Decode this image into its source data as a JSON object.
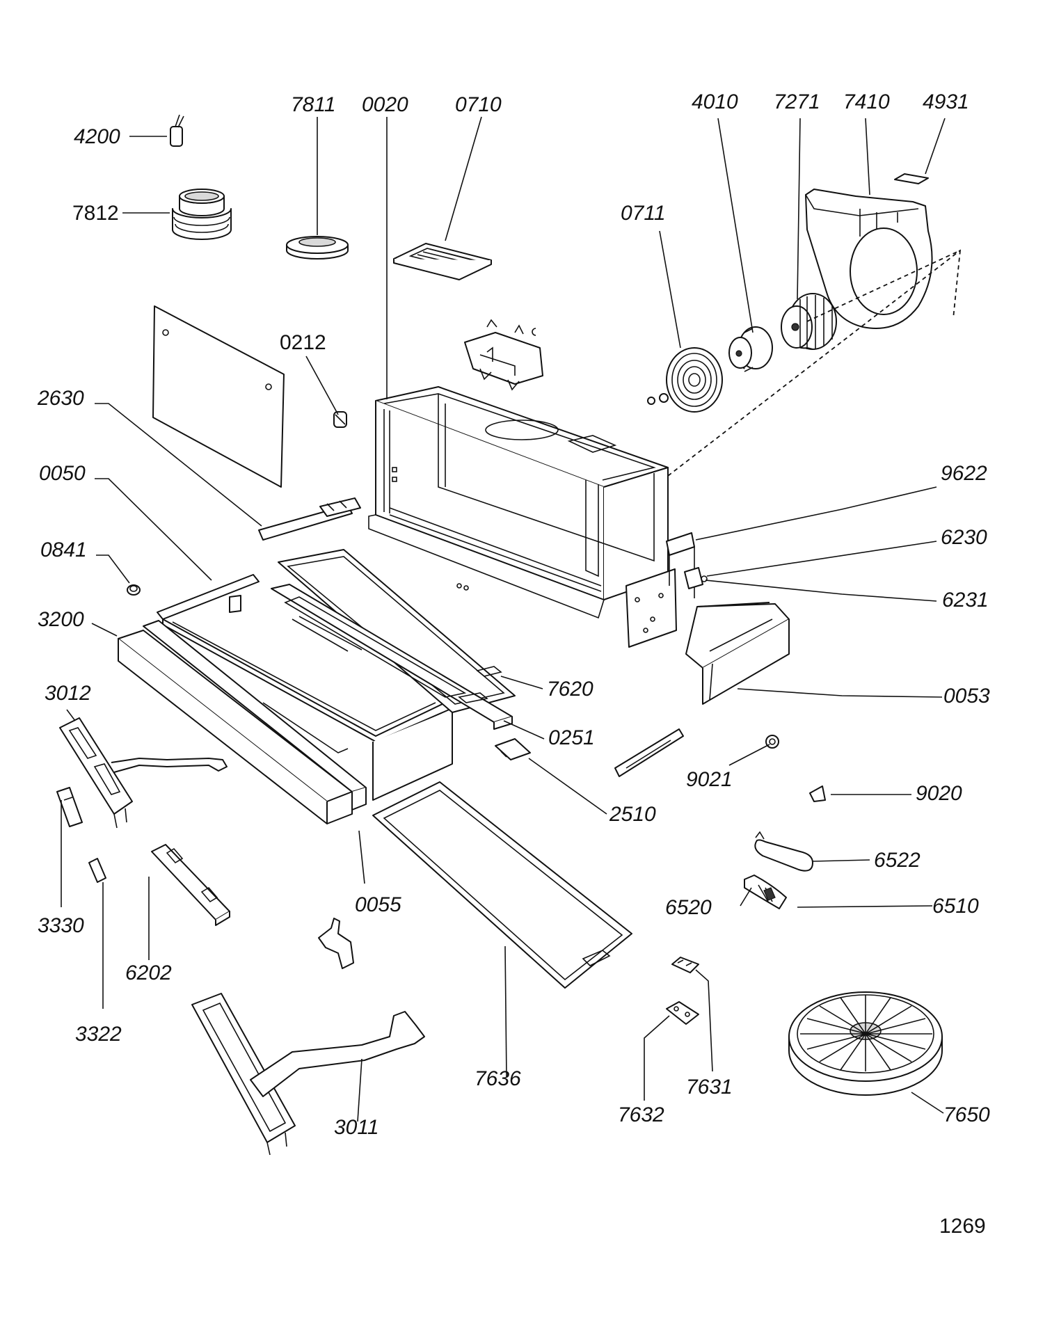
{
  "page_number": "1269",
  "part_labels": {
    "p4200": "4200",
    "p7812": "7812",
    "p7811": "7811",
    "p0020": "0020",
    "p0710": "0710",
    "p4010": "4010",
    "p7271": "7271",
    "p7410": "7410",
    "p4931": "4931",
    "p0711": "0711",
    "p0212": "0212",
    "p2630": "2630",
    "p0050": "0050",
    "p9622": "9622",
    "p6230": "6230",
    "p0841": "0841",
    "p6231": "6231",
    "p3200": "3200",
    "p7620": "7620",
    "p0053": "0053",
    "p3012": "3012",
    "p0251": "0251",
    "p9021": "9021",
    "p9020": "9020",
    "p2510": "2510",
    "p6522": "6522",
    "p0055": "0055",
    "p6520": "6520",
    "p6510": "6510",
    "p3330": "3330",
    "p6202": "6202",
    "p3322": "3322",
    "p7636": "7636",
    "p7631": "7631",
    "p7632": "7632",
    "p7650": "7650",
    "p3011": "3011"
  }
}
